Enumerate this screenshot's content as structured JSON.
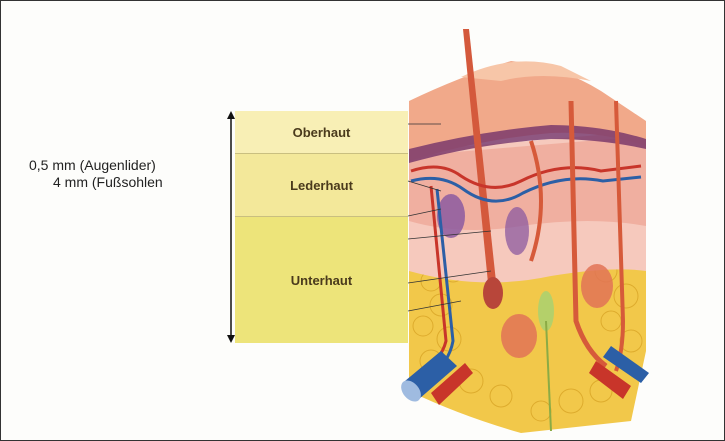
{
  "thickness": {
    "line1": "0,5 mm (Augenlider)",
    "line2": "4 mm (Fußsohlen"
  },
  "layers": [
    {
      "label": "Oberhaut"
    },
    {
      "label": "Lederhaut"
    },
    {
      "label": "Unterhaut"
    }
  ],
  "colors": {
    "oberhaut_band": "#f8efb5",
    "lederhaut_band": "#f3e89a",
    "unterhaut_band": "#ede47a",
    "fat_tissue": "#f2c84a",
    "artery": "#c8352a",
    "vein": "#2c5fa6"
  }
}
